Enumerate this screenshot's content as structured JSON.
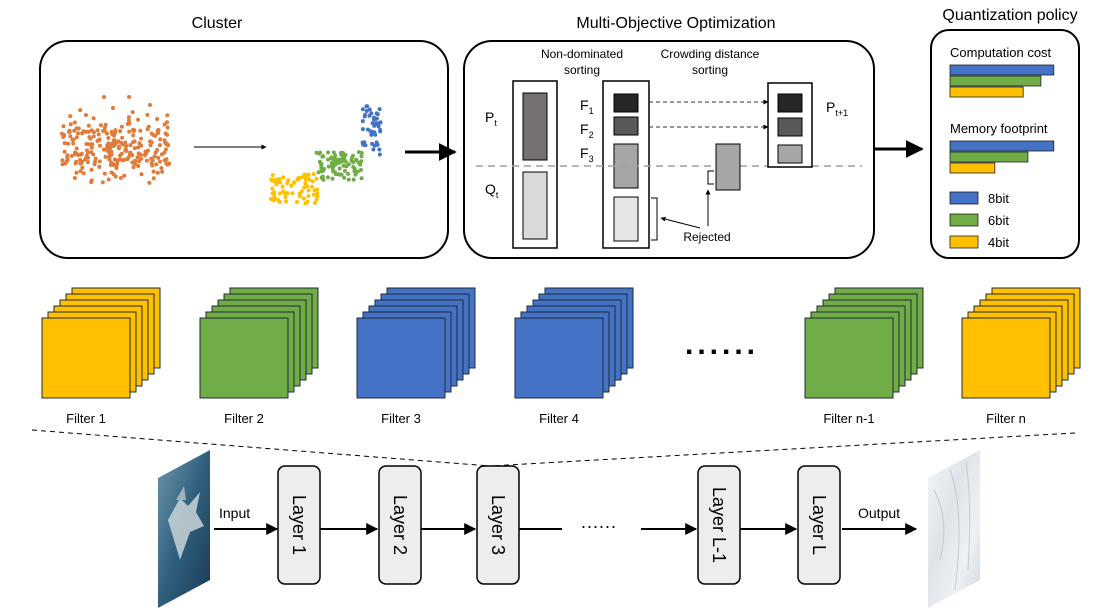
{
  "titles": {
    "cluster": "Cluster",
    "moo": "Multi-Objective Optimization",
    "policy": "Quantization policy"
  },
  "moo": {
    "nondominated_line1": "Non-dominated",
    "nondominated_line2": "sorting",
    "crowding_line1": "Crowding distance",
    "crowding_line2": "sorting",
    "p_base": "P",
    "p_sub": "t",
    "q_base": "Q",
    "q_sub": "t",
    "f1_base": "F",
    "f1_sub": "1",
    "f2_base": "F",
    "f2_sub": "2",
    "f3_base": "F",
    "f3_sub": "3",
    "pnext_base": "P",
    "pnext_sub": "t+1",
    "rejected": "Rejected"
  },
  "policy": {
    "computation_label": "Computation cost",
    "memory_label": "Memory footprint",
    "computation_bars": [
      0.88,
      0.77,
      0.62
    ],
    "memory_bars": [
      0.88,
      0.66,
      0.38
    ],
    "legend": [
      {
        "label": "8bit",
        "color": "#4472C4"
      },
      {
        "label": "6bit",
        "color": "#70AD47"
      },
      {
        "label": "4bit",
        "color": "#FFC000"
      }
    ]
  },
  "filters": [
    {
      "label": "Filter 1",
      "color": "#FFC000"
    },
    {
      "label": "Filter 2",
      "color": "#70AD47"
    },
    {
      "label": "Filter 3",
      "color": "#4472C4"
    },
    {
      "label": "Filter 4",
      "color": "#4472C4"
    },
    {
      "label": "Filter n-1",
      "color": "#70AD47"
    },
    {
      "label": "Filter n",
      "color": "#FFC000"
    }
  ],
  "filters_ellipsis": "......",
  "pipeline": {
    "input": "Input",
    "output": "Output",
    "ellipsis": "......",
    "layers": [
      "Layer 1",
      "Layer 2",
      "Layer 3",
      "Layer L-1",
      "Layer L"
    ]
  },
  "colors": {
    "orange_points": "#E07B39",
    "yellow": "#FFC000",
    "green": "#70AD47",
    "blue": "#4472C4"
  }
}
